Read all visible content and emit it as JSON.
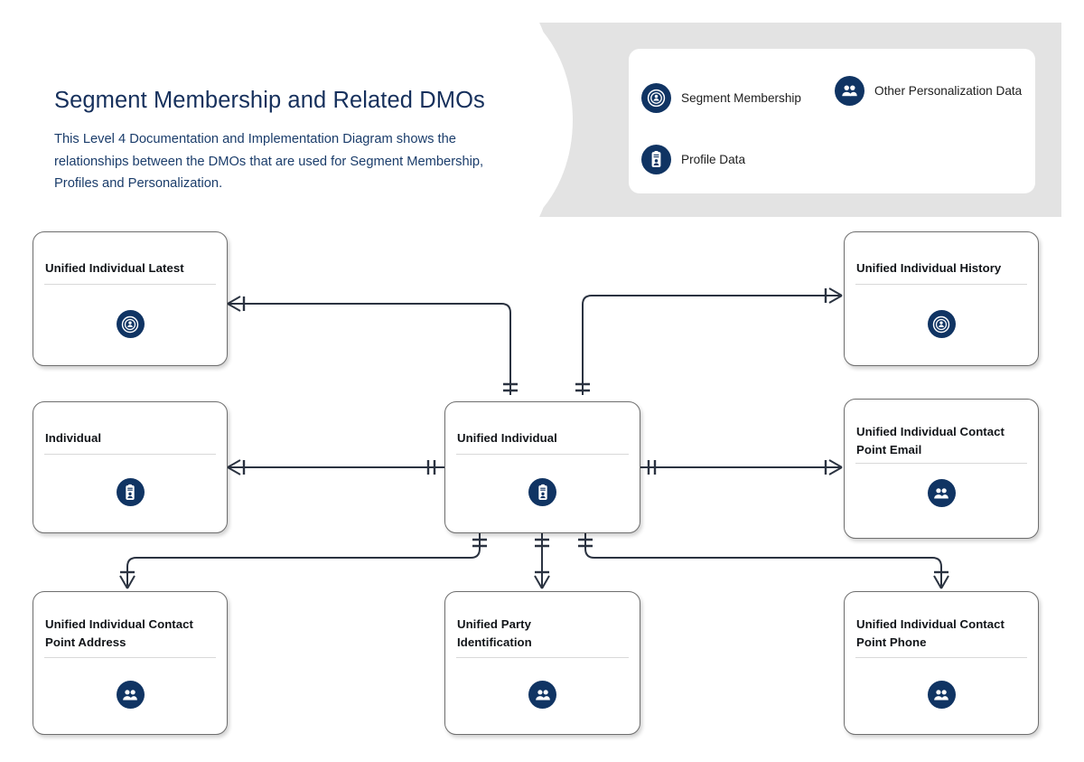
{
  "header": {
    "title": "Segment Membership and Related DMOs",
    "description": "This Level 4 Documentation and Implementation Diagram shows the relationships between the DMOs that are used for Segment Membership, Profiles and Personalization."
  },
  "legend": {
    "items": [
      {
        "label": "Segment Membership",
        "icon": "segment-target-icon",
        "category": "segment"
      },
      {
        "label": "Other Personalization Data",
        "icon": "people-group-icon",
        "category": "personalization"
      },
      {
        "label": "Profile Data",
        "icon": "id-badge-icon",
        "category": "profile"
      }
    ]
  },
  "colors": {
    "navy": "#103463",
    "title_navy": "#16305c",
    "body_navy": "#1b3d6b",
    "banner_grey": "#e3e3e3",
    "box_border": "#6e6e6e",
    "connector": "#2b3341",
    "divider": "#d9d9d9"
  },
  "entities": [
    {
      "id": "unified-individual-latest",
      "name": "Unified Individual Latest",
      "icon": "segment-target-icon",
      "category": "segment"
    },
    {
      "id": "unified-individual-history",
      "name": "Unified Individual History",
      "icon": "segment-target-icon",
      "category": "segment"
    },
    {
      "id": "individual",
      "name": "Individual",
      "icon": "id-badge-icon",
      "category": "profile"
    },
    {
      "id": "unified-individual",
      "name": "Unified Individual",
      "icon": "id-badge-icon",
      "category": "profile"
    },
    {
      "id": "unified-individual-contact-point-email",
      "name": "Unified Individual Contact Point Email",
      "icon": "people-group-icon",
      "category": "personalization"
    },
    {
      "id": "unified-individual-contact-point-address",
      "name": "Unified Individual Contact Point Address",
      "icon": "people-group-icon",
      "category": "personalization"
    },
    {
      "id": "unified-party-identification",
      "name": "Unified Party Identification",
      "icon": "people-group-icon",
      "category": "personalization"
    },
    {
      "id": "unified-individual-contact-point-phone",
      "name": "Unified Individual Contact Point Phone",
      "icon": "people-group-icon",
      "category": "personalization"
    }
  ],
  "relationships": [
    {
      "from": "unified-individual-latest",
      "to": "unified-individual",
      "from_cardinality": "many",
      "to_cardinality": "one"
    },
    {
      "from": "unified-individual-history",
      "to": "unified-individual",
      "from_cardinality": "many",
      "to_cardinality": "one"
    },
    {
      "from": "individual",
      "to": "unified-individual",
      "from_cardinality": "many",
      "to_cardinality": "one"
    },
    {
      "from": "unified-individual",
      "to": "unified-individual-contact-point-email",
      "from_cardinality": "one",
      "to_cardinality": "many"
    },
    {
      "from": "unified-individual",
      "to": "unified-individual-contact-point-address",
      "from_cardinality": "one",
      "to_cardinality": "many"
    },
    {
      "from": "unified-individual",
      "to": "unified-party-identification",
      "from_cardinality": "one",
      "to_cardinality": "many"
    },
    {
      "from": "unified-individual",
      "to": "unified-individual-contact-point-phone",
      "from_cardinality": "one",
      "to_cardinality": "many"
    }
  ]
}
